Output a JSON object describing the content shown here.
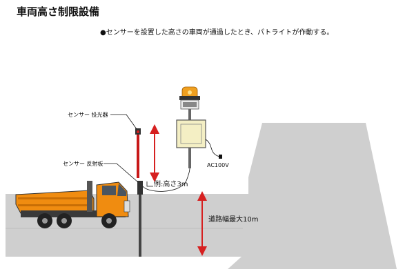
{
  "title": "車両高さ制限設備",
  "description": "●センサーを設置した高さの車両が通過したとき、パトライトが作動する。",
  "labels": {
    "sensor_emitter": "センサー 投光器",
    "sensor_reflector": "センサー 反射板",
    "example_height": "例:高さ3m",
    "road_width": "道路幅最大10m",
    "power": "AC100V"
  },
  "colors": {
    "ground": "#cfcfcf",
    "arrow": "#d62020",
    "truck_orange": "#f08c10",
    "patlite": "#f0a020"
  }
}
